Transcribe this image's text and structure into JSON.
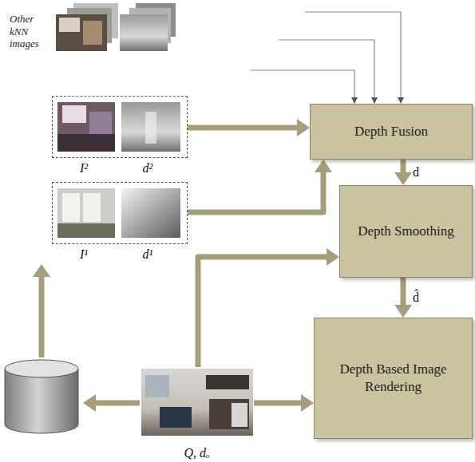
{
  "diagram": {
    "nodes": [
      {
        "text": [
          "I²",
          "d²"
        ]
      },
      {
        "text": [
          "Depth Fusion"
        ]
      },
      {
        "text": [
          "I¹",
          "d¹"
        ]
      },
      {
        "text": [
          "Depth Smoothing"
        ]
      },
      {
        "text": [
          "Q, dₒ"
        ]
      },
      {
        "text": [
          "Depth Based Image Rendering"
        ]
      }
    ],
    "edges": [
      {
        "from": 0,
        "to": 1,
        "arrow": "to"
      },
      {
        "from": 2,
        "to": 1,
        "arrow": "to"
      },
      {
        "from": 1,
        "to": 3,
        "label": "d",
        "arrow": "to"
      },
      {
        "from": 4,
        "to": 3,
        "arrow": "to"
      },
      {
        "from": 3,
        "to": 5,
        "label": "d̂",
        "arrow": "to"
      },
      {
        "from": 4,
        "to": 5,
        "arrow": "to"
      }
    ],
    "labels": [
      "Other kNN images"
    ]
  }
}
